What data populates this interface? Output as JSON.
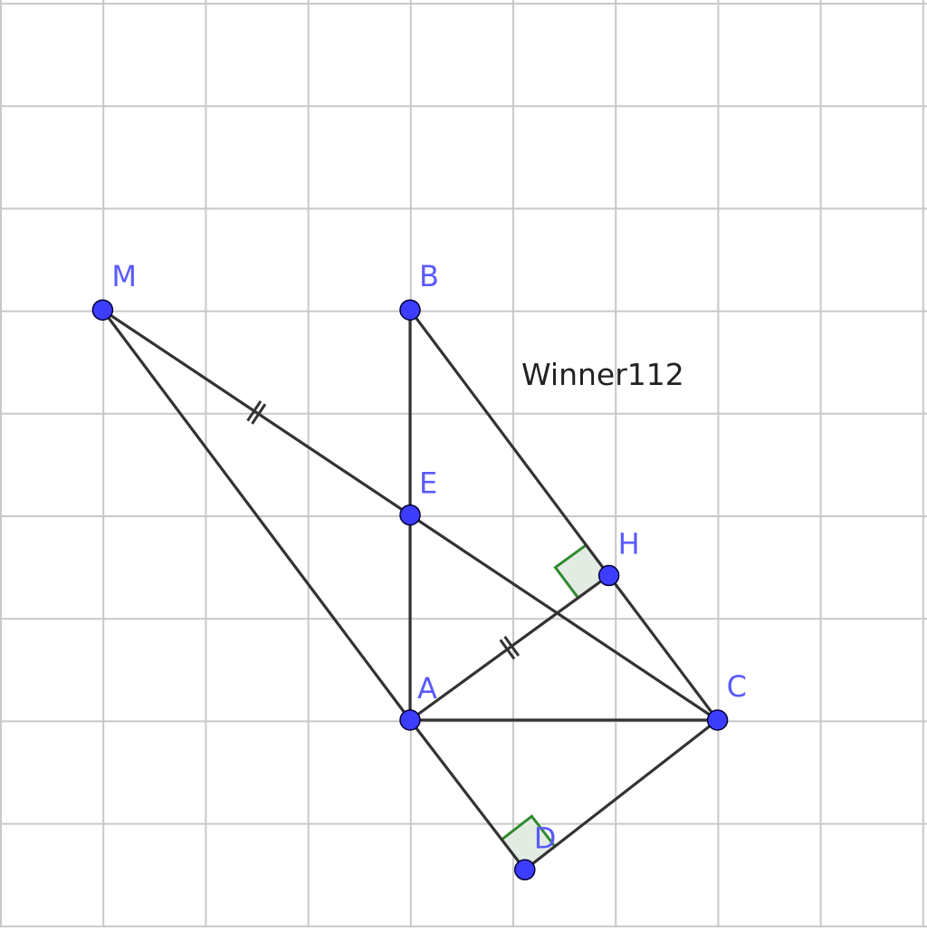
{
  "colors": {
    "grid": "#c8c8c8",
    "segment": "#333333",
    "point_fill": "#3d3dff",
    "point_stroke": "#000033",
    "label": "#5a5aff",
    "right_angle_stroke": "#2f8a2f",
    "right_angle_fill": "#e3ece3",
    "credit_text": "#222222"
  },
  "credit": "Winner112",
  "points": [
    {
      "name": "M",
      "x": -3,
      "y": 4
    },
    {
      "name": "B",
      "x": 0,
      "y": 4
    },
    {
      "name": "E",
      "x": 0,
      "y": 2
    },
    {
      "name": "H",
      "x": 1.94,
      "y": 1.41
    },
    {
      "name": "A",
      "x": 0,
      "y": 0
    },
    {
      "name": "C",
      "x": 3,
      "y": 0
    },
    {
      "name": "D",
      "x": 1.12,
      "y": -1.46
    }
  ],
  "segments": [
    [
      "M",
      "E"
    ],
    [
      "E",
      "C"
    ],
    [
      "M",
      "A"
    ],
    [
      "B",
      "E"
    ],
    [
      "E",
      "A"
    ],
    [
      "B",
      "H"
    ],
    [
      "H",
      "C"
    ],
    [
      "A",
      "H"
    ],
    [
      "A",
      "C"
    ],
    [
      "A",
      "D"
    ],
    [
      "D",
      "C"
    ]
  ],
  "equal_marks": [
    {
      "from": "M",
      "to": "E",
      "ticks": 2
    },
    {
      "from": "A",
      "to": "H",
      "ticks": 2
    }
  ],
  "right_angles": [
    {
      "vertex": "H",
      "arm1": "B",
      "arm2": "A"
    },
    {
      "vertex": "D",
      "arm1": "A",
      "arm2": "C"
    }
  ]
}
